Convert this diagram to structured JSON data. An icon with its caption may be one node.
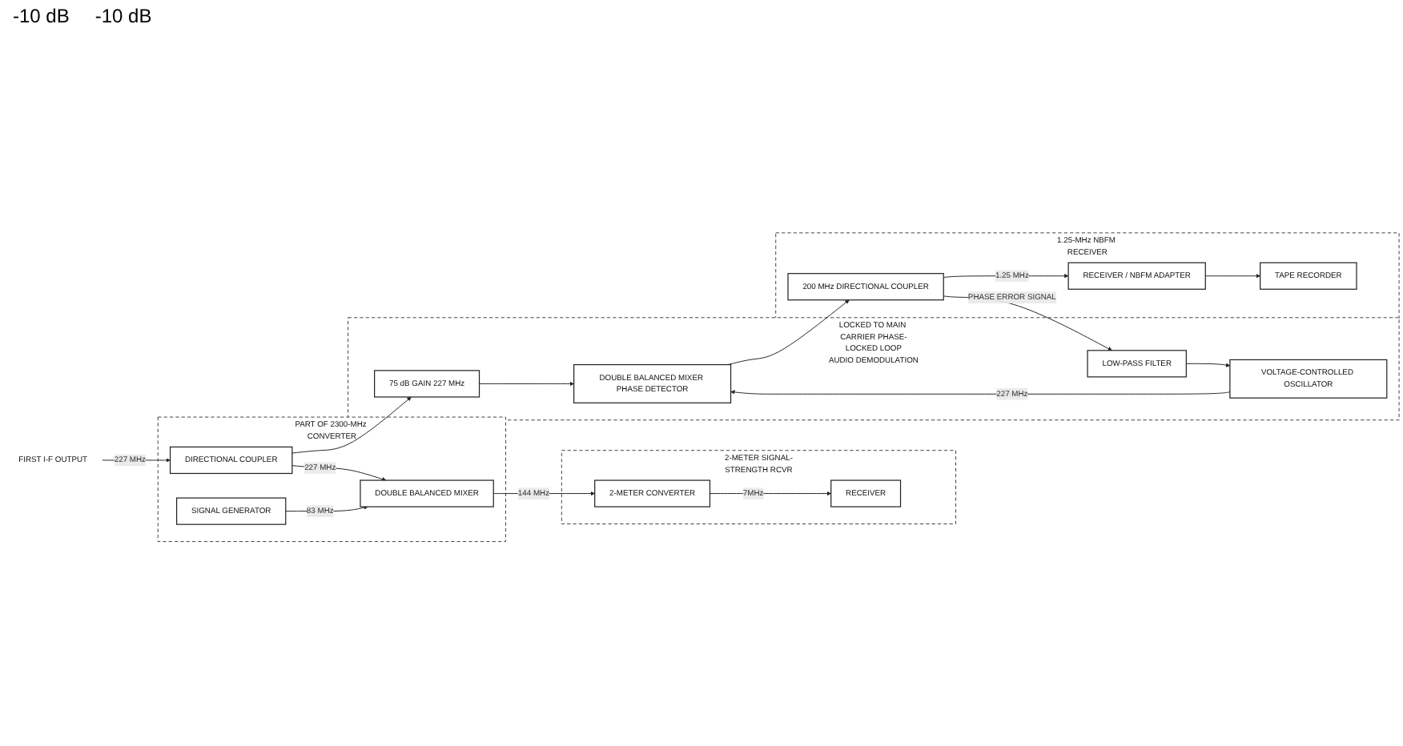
{
  "diagram": {
    "nodes": [
      {
        "text": [
          "PART OF 2300-MHz CONVERTER"
        ]
      },
      {
        "text": [
          "FIRST I-F OUTPUT"
        ]
      },
      {
        "text": [
          "DIRECTIONAL COUPLER"
        ],
        "in": 0
      },
      {
        "text": [
          "DOUBLE BALANCED MIXER"
        ],
        "in": 0
      },
      {
        "text": [
          "SIGNAL GENERATOR"
        ],
        "in": 0
      },
      {
        "text": [
          "LOCKED TO MAIN CARRIER PHASE-LOCKED LOOP",
          "AUDIO DEMODULATION"
        ]
      },
      {
        "text": [
          "75 dB GAIN 227 MHz"
        ],
        "in": 5
      },
      {
        "text": [
          "DOUBLE BALANCED MIXER PHASE DETECTOR"
        ],
        "in": 5
      },
      {
        "text": [
          "VOLTAGE-CONTROLLED OSCILLATOR"
        ],
        "in": 5
      },
      {
        "text": [
          "LOW-PASS FILTER"
        ],
        "in": 5
      },
      {
        "text": [
          "2-METER SIGNAL-STRENGTH RCVR"
        ]
      },
      {
        "text": [
          "2-METER CONVERTER"
        ],
        "in": 10
      },
      {
        "text": [
          "RECEIVER"
        ],
        "in": 10
      },
      {
        "text": [
          "1.25-MHz NBFM RECEIVER"
        ]
      },
      {
        "text": [
          "200 MHz DIRECTIONAL COUPLER"
        ],
        "in": 13
      },
      {
        "text": [
          "RECEIVER / NBFM ADAPTER"
        ],
        "in": 13
      },
      {
        "text": [
          "TAPE RECORDER"
        ],
        "in": 13
      }
    ],
    "edges": [
      {
        "from": 1,
        "to": 2,
        "arrow": "to",
        "label": "227 MHz"
      },
      {
        "from": 2,
        "to": 6,
        "arrow": "to"
      },
      {
        "from": 2,
        "to": 3,
        "arrow": "to",
        "label": "227 MHz"
      },
      {
        "from": 4,
        "to": 3,
        "arrow": "to",
        "label": "83 MHz"
      },
      {
        "from": 3,
        "to": 11,
        "arrow": "to",
        "label": "144 MHz"
      },
      {
        "from": 11,
        "to": 12,
        "arrow": "to",
        "label": "7MHz"
      },
      {
        "from": 6,
        "to": 7,
        "arrow": "to"
      },
      {
        "from": 8,
        "to": 7,
        "arrow": "to",
        "label": "227 MHz"
      },
      {
        "from": 9,
        "to": 8,
        "arrow": "to"
      },
      {
        "from": 7,
        "to": 14,
        "arrow": "to"
      },
      {
        "from": 14,
        "to": 15,
        "arrow": "to",
        "label": "1.25 MHz"
      },
      {
        "from": 15,
        "to": 16,
        "arrow": "to"
      },
      {
        "from": 14,
        "to": 9,
        "arrow": "to",
        "label": "PHASE ERROR SIGNAL"
      }
    ],
    "labels": [
      "-10 dB",
      "-10 dB"
    ]
  }
}
